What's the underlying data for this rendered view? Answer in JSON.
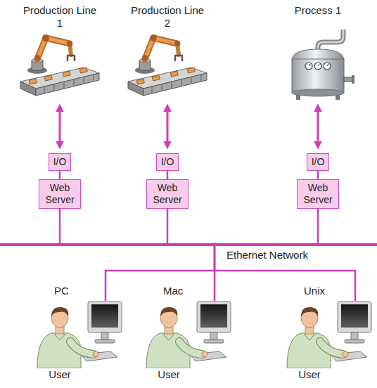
{
  "diagram": {
    "nodes": [
      {
        "text": [
          "Production Line 1"
        ]
      },
      {
        "text": [
          "Production Line 2"
        ]
      },
      {
        "text": [
          "Process 1"
        ]
      },
      {
        "text": [
          "I/O"
        ]
      },
      {
        "text": [
          "I/O"
        ]
      },
      {
        "text": [
          "I/O"
        ]
      },
      {
        "text": [
          "Web Server"
        ]
      },
      {
        "text": [
          "Web Server"
        ]
      },
      {
        "text": [
          "Web Server"
        ]
      },
      {
        "text": [
          "Ethernet Network"
        ]
      },
      {
        "text": [
          "PC",
          "User"
        ]
      },
      {
        "text": [
          "Mac",
          "User"
        ]
      },
      {
        "text": [
          "Unix",
          "User"
        ]
      }
    ],
    "edges": [
      {
        "from": 0,
        "to": 3,
        "arrow": "both"
      },
      {
        "from": 1,
        "to": 4,
        "arrow": "both"
      },
      {
        "from": 2,
        "to": 5,
        "arrow": "both"
      },
      {
        "from": 3,
        "to": 6,
        "arrow": "none"
      },
      {
        "from": 4,
        "to": 7,
        "arrow": "none"
      },
      {
        "from": 5,
        "to": 8,
        "arrow": "none"
      },
      {
        "from": 6,
        "to": 9,
        "arrow": "none"
      },
      {
        "from": 7,
        "to": 9,
        "arrow": "none"
      },
      {
        "from": 8,
        "to": 9,
        "arrow": "none"
      },
      {
        "from": 9,
        "to": 10,
        "arrow": "none"
      },
      {
        "from": 9,
        "to": 11,
        "arrow": "none"
      },
      {
        "from": 9,
        "to": 12,
        "arrow": "none"
      }
    ]
  }
}
